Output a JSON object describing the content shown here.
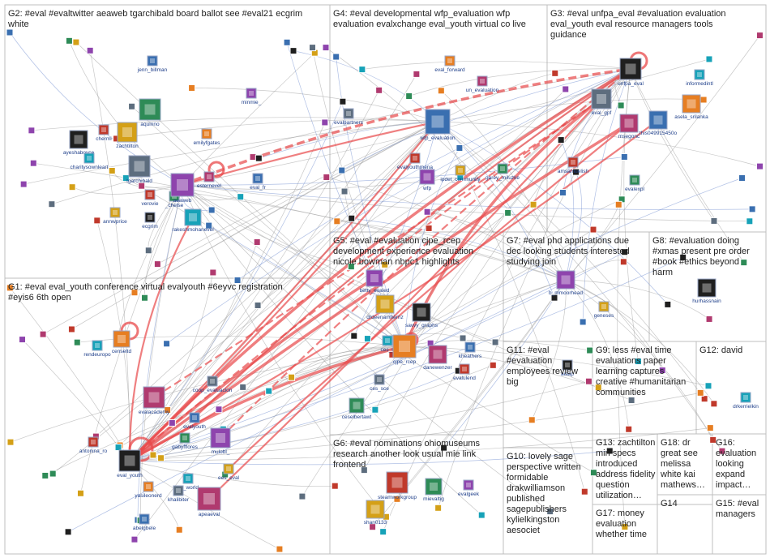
{
  "groups": [
    {
      "id": "G2",
      "lines": [
        "G2: #eval #evaltwitter aeaweb tgarchibald board ballot see #eval21 ecgrim",
        "white"
      ]
    },
    {
      "id": "G4",
      "lines": [
        "G4: #eval developmental wfp_evaluation wfp",
        "evaluation evalxchange eval_youth virtual co live"
      ]
    },
    {
      "id": "G3",
      "lines": [
        "G3: #eval unfpa_eval #evaluation evaluation",
        "eval_youth eval resource managers tools",
        "guidance"
      ]
    },
    {
      "id": "G5",
      "lines": [
        "G5: #eval #evaluation cjpe_rcep",
        "development experience evaluation",
        "nicole bowman nbpc1 highlights"
      ]
    },
    {
      "id": "G7",
      "lines": [
        "G7: #eval phd applications due",
        "dec looking students interested",
        "studying join"
      ]
    },
    {
      "id": "G8",
      "lines": [
        "G8: #evaluation doing",
        "#xmas present pre order",
        "#book #ethics beyond",
        "harm"
      ]
    },
    {
      "id": "G1",
      "lines": [
        "G1: #eval eval_youth conference virtual evalyouth #6eyvc registration",
        "#eyis6 6th open"
      ]
    },
    {
      "id": "G11",
      "lines": [
        "G11: #eval",
        "#evaluation",
        "employees review",
        "big"
      ]
    },
    {
      "id": "G9",
      "lines": [
        "G9: less #eval time",
        "evaluations paper",
        "learning captures",
        "creative #humanitarian",
        "communities"
      ]
    },
    {
      "id": "G12",
      "lines": [
        "G12: david"
      ]
    },
    {
      "id": "G6",
      "lines": [
        "G6: #eval nominations ohiomuseums",
        "research another look usual mie link",
        "frontend"
      ]
    },
    {
      "id": "G13",
      "lines": [
        "G13: zachtilton",
        "min specs",
        "introduced",
        "address fidelity",
        "question",
        "utilization…"
      ]
    },
    {
      "id": "G18",
      "lines": [
        "G18: dr",
        "great see",
        "melissa",
        "white kai",
        "mathews…"
      ]
    },
    {
      "id": "G16",
      "lines": [
        "G16:",
        "evaluation",
        "looking",
        "expand",
        "impact…"
      ]
    },
    {
      "id": "G10",
      "lines": [
        "G10: lovely sage",
        "perspective written",
        "formidable",
        "drakwilliamson",
        "published",
        "sagepublishers",
        "kylielkingston",
        "aesociet"
      ]
    },
    {
      "id": "G17",
      "lines": [
        "G17: money",
        "evaluation",
        "whether time"
      ]
    },
    {
      "id": "G14",
      "lines": [
        "G14"
      ]
    },
    {
      "id": "G15",
      "lines": [
        "G15: #eval",
        "managers"
      ]
    }
  ],
  "nodes": [
    {
      "label": "jenn_billman"
    },
    {
      "label": "chermi"
    },
    {
      "label": "aquinno"
    },
    {
      "label": "minmie_"
    },
    {
      "label": "zachtilton"
    },
    {
      "label": "ayeshaboyce"
    },
    {
      "label": "charitysownleart"
    },
    {
      "label": "emilyfgates"
    },
    {
      "label": "tgarchibald"
    },
    {
      "label": "esternevel"
    },
    {
      "label": "eval_fr"
    },
    {
      "label": "verovie"
    },
    {
      "label": "_chelse"
    },
    {
      "label": "aeaweb"
    },
    {
      "label": "annwprice"
    },
    {
      "label": "ecgrim"
    },
    {
      "label": "rakeshmohanevel"
    },
    {
      "label": "eval_forward"
    },
    {
      "label": "evalpartners"
    },
    {
      "label": "un_evaluation"
    },
    {
      "label": "wfp_evaluation"
    },
    {
      "label": "evalyouthmena"
    },
    {
      "label": "garey_miluzke"
    },
    {
      "label": "wfp"
    },
    {
      "label": "ipdet_community"
    },
    {
      "label": "unfpa_eval"
    },
    {
      "label": "informedintl"
    },
    {
      "label": "asela_srilanka"
    },
    {
      "label": "eval_gpf"
    },
    {
      "label": "msegonc"
    },
    {
      "label": "this049915450o"
    },
    {
      "label": "amsamuelish"
    },
    {
      "label": "evalexpl"
    },
    {
      "label": "betty_evaled"
    },
    {
      "label": "drdeenamhernz"
    },
    {
      "label": "savvy_graphs"
    },
    {
      "label": "ces_s"
    },
    {
      "label": "cjpe_rcep"
    },
    {
      "label": "ces_sce"
    },
    {
      "label": "danewenzer"
    },
    {
      "label": "kheathers"
    },
    {
      "label": "evalulend"
    },
    {
      "label": "ceselbertawt"
    },
    {
      "label": "b_mmoorhead"
    },
    {
      "label": "geneses"
    },
    {
      "label": "hurhassnain"
    },
    {
      "label": "rendeuropo"
    },
    {
      "label": "censeltd"
    },
    {
      "label": "coop_evaluacion"
    },
    {
      "label": "evalacademy"
    },
    {
      "label": "evalyouth"
    },
    {
      "label": "antonina_ro"
    },
    {
      "label": "gabyfflores"
    },
    {
      "label": "mulobl_"
    },
    {
      "label": "ees_eval"
    },
    {
      "label": "eval_youth"
    },
    {
      "label": "ps_world"
    },
    {
      "label": "yasileonerd"
    },
    {
      "label": "khalibiter"
    },
    {
      "label": "apeaeval"
    },
    {
      "label": "abelgbele"
    },
    {
      "label": "steamworkgroup"
    },
    {
      "label": "mievaltig"
    },
    {
      "label": "evalgeek"
    },
    {
      "label": "shan0133"
    },
    {
      "label": "aiaap"
    },
    {
      "label": "drkerrielkin"
    }
  ]
}
